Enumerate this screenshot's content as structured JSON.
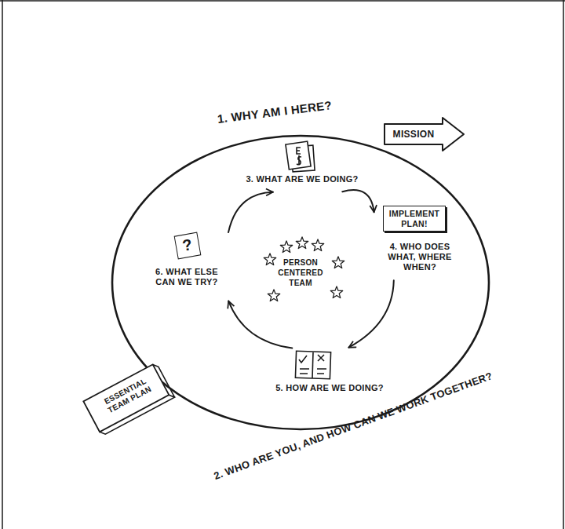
{
  "diagram": {
    "nodes": [
      {
        "text": [
          "1. WHY AM I HERE?",
          "2. WHO ARE YOU, AND HOW CAN WE WORK TOGETHER?"
        ]
      },
      {
        "text": [
          "MISSION"
        ]
      },
      {
        "text": [
          "3. WHAT ARE WE DOING?"
        ],
        "in": 0
      },
      {
        "text": [
          "IMPLEMENT PLAN!",
          "4. WHO DOES WHAT, WHERE WHEN?"
        ],
        "in": 0
      },
      {
        "text": [
          "5. HOW ARE WE DOING?"
        ],
        "in": 0
      },
      {
        "text": [
          "?",
          "6. WHAT ELSE CAN WE TRY?"
        ],
        "in": 0
      },
      {
        "text": [
          "ESSENTIAL TEAM PLAN"
        ]
      }
    ],
    "edges": [
      {
        "from": 2,
        "to": 3,
        "arrow": "to"
      },
      {
        "from": 3,
        "to": 4,
        "arrow": "to"
      },
      {
        "from": 4,
        "to": 5,
        "arrow": "to"
      },
      {
        "from": 5,
        "to": 2,
        "arrow": "to"
      }
    ],
    "labels": [
      "PERSON CENTERED TEAM"
    ]
  }
}
